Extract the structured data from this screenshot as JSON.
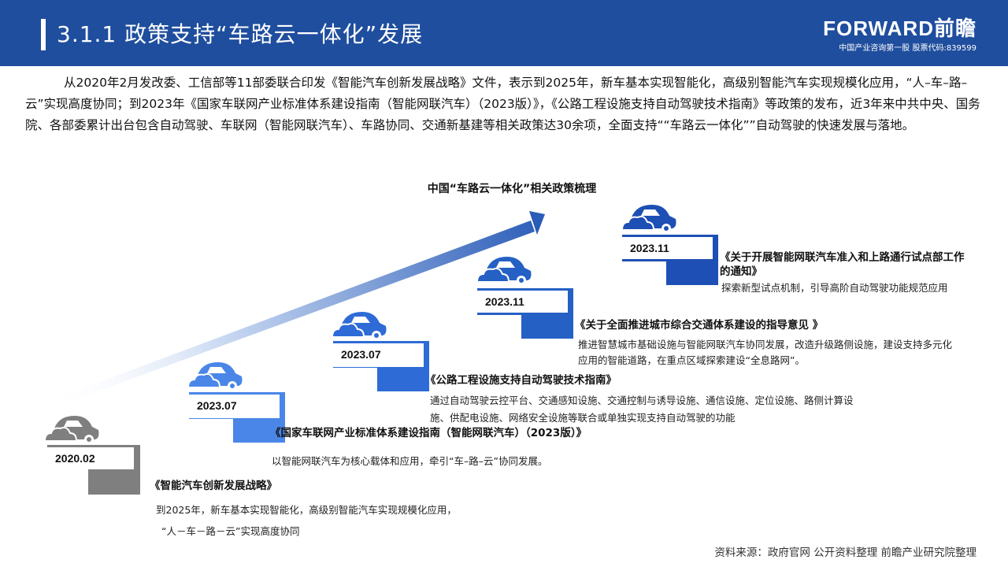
{
  "header": {
    "title": "3.1.1 政策支持“车路云一体化”发展",
    "brand_name": "FORWARD前瞻",
    "brand_tagline": "中国产业咨询第一股 股票代码:839599"
  },
  "intro_text": "从2020年2月发改委、工信部等11部委联合印发《智能汽车创新发展战略》文件，表示到2025年，新车基本实现智能化，高级别智能汽车实现规模化应用，“人–车–路–云”实现高度协同；到2023年《国家车联网产业标准体系建设指南（智能网联汽车）（2023版）》，《公路工程设施支持自动驾驶技术指南》等政策的发布，近3年来中共中央、国务院、各部委累计出台包含自动驾驶、车联网（智能网联汽车）、车路协同、交通新基建等相关政策达30余项，全面支持““车路云一体化””自动驾驶的快速发展与落地。",
  "figure_title": "中国“车路云一体化”相关政策梳理",
  "colors": {
    "header": "#1f4e9e",
    "gray": "#7f7f7f",
    "light_blue": "#4a86e8",
    "mid_blue": "#2e6bd6",
    "dark_blue": "#1e4fb4"
  },
  "steps": [
    {
      "date": "2020.02",
      "policy": "《智能汽车创新发展战略》",
      "desc_1": "到2025年，新车基本实现智能化，高级别智能汽车实现规模化应用，",
      "desc_2": "“人－车－路－云”实现高度协同",
      "icon": "car-cloud-icon"
    },
    {
      "date": "2023.07",
      "policy": "《国家车联网产业标准体系建设指南（智能网联汽车）（2023版）》",
      "desc_1": "以智能网联汽车为核心载体和应用，牵引“车–路–云”协同发展。",
      "icon": "car-cloud-icon"
    },
    {
      "date": "2023.07",
      "policy": "《公路工程设施支持自动驾驶技术指南》",
      "desc_1": "通过自动驾驶云控平台、交通感知设施、交通控制与诱导设施、通信设施、定位设施、路侧计算设施、供配电设施、网络安全设施等联合或单独实现支持自动驾驶的功能",
      "icon": "car-cloud-icon"
    },
    {
      "date": "2023.11",
      "policy": "《关于全面推进城市综合交通体系建设的指导意见 》",
      "desc_1": "推进智慧城市基础设施与智能网联汽车协同发展，改造升级路侧设施，建设支持多元化应用的智能道路，在重点区域探索建设“全息路网”。",
      "icon": "car-cloud-icon"
    },
    {
      "date": "2023.11",
      "policy": "《关于开展智能网联汽车准入和上路通行试点部工作的通知》",
      "desc_1": "探索新型试点机制，引导高阶自动驾驶功能规范应用",
      "icon": "car-cloud-icon"
    }
  ],
  "source": "资料来源：政府官网 公开资料整理 前瞻产业研究院整理"
}
